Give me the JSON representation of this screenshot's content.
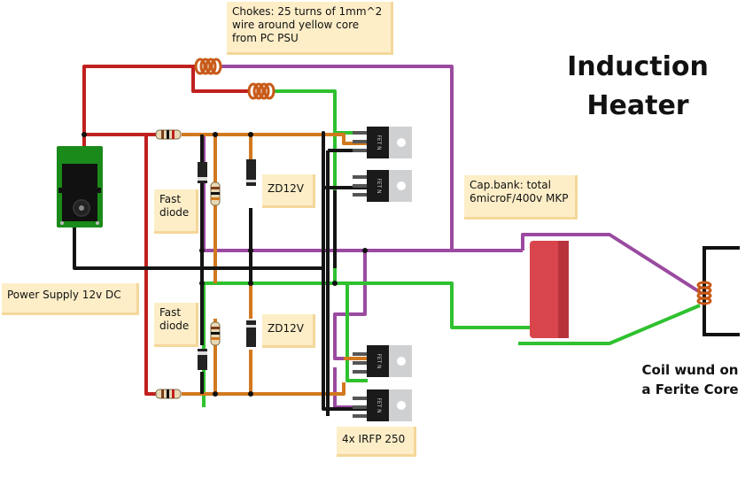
{
  "title": {
    "line1": "Induction",
    "line2": "Heater"
  },
  "notes": {
    "chokes": "Chokes: 25 turns of 1mm^2 wire around yellow core from PC PSU",
    "cap_bank": "Cap.bank: total 6microF/400v MKP",
    "power_supply": "Power Supply 12v DC",
    "fast_diode_top": "Fast diode",
    "fast_diode_bottom": "Fast diode",
    "zener_top": "ZD12V",
    "zener_bottom": "ZD12V",
    "mosfets": "4x IRFP 250"
  },
  "coil": {
    "line1": "Coil wund on",
    "line2": "a Ferite Core"
  },
  "mosfet_marking": "FET N",
  "colors": {
    "red": "#c0201e",
    "purple": "#9a4aa0",
    "green": "#2fc12f",
    "orange": "#d2781e",
    "black": "#141414",
    "capacitor": "#d9454d",
    "jack_board": "#1a8a1a"
  }
}
